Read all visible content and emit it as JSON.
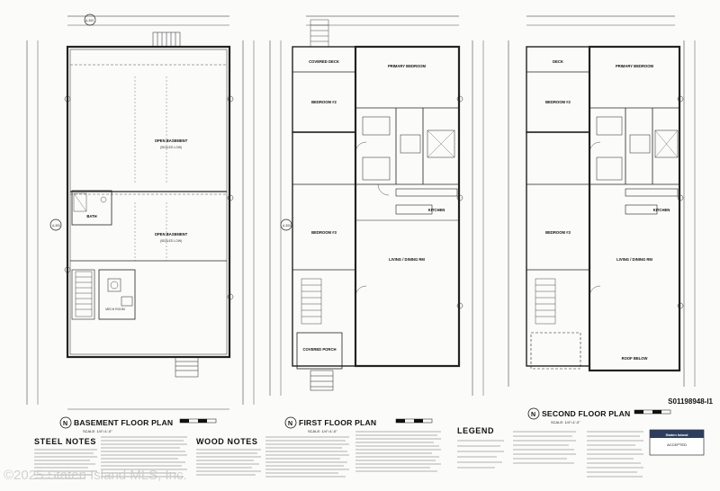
{
  "plans": [
    {
      "title": "BASEMENT FLOOR PLAN",
      "scale": "SCALE: 1/4\"=1'-0\"",
      "rooms": [
        {
          "label": "OPEN BASEMENT",
          "sub": "(SEALED LOW)"
        },
        {
          "label": "OPEN BASEMENT",
          "sub": "(SEALED LOW)"
        },
        {
          "label": "BATH",
          "sub": ""
        },
        {
          "label": "MECH ROOM",
          "sub": ""
        }
      ]
    },
    {
      "title": "FIRST FLOOR PLAN",
      "scale": "SCALE: 1/4\"=1'-0\"",
      "rooms": [
        {
          "label": "COVERED DECK",
          "sub": ""
        },
        {
          "label": "PRIMARY BEDROOM",
          "sub": ""
        },
        {
          "label": "BEDROOM #2",
          "sub": ""
        },
        {
          "label": "BEDROOM #3",
          "sub": ""
        },
        {
          "label": "KITCHEN",
          "sub": ""
        },
        {
          "label": "LIVING / DINING RM",
          "sub": ""
        },
        {
          "label": "COVERED PORCH",
          "sub": ""
        }
      ]
    },
    {
      "title": "SECOND FLOOR PLAN",
      "scale": "SCALE: 1/4\"=1'-0\"",
      "rooms": [
        {
          "label": "DECK",
          "sub": ""
        },
        {
          "label": "PRIMARY BEDROOM",
          "sub": ""
        },
        {
          "label": "BEDROOM #2",
          "sub": ""
        },
        {
          "label": "BEDROOM #3",
          "sub": ""
        },
        {
          "label": "KITCHEN",
          "sub": ""
        },
        {
          "label": "LIVING / DINING RM",
          "sub": ""
        },
        {
          "label": "ROOF BELOW",
          "sub": ""
        }
      ]
    }
  ],
  "notes": {
    "steel": "STEEL NOTES",
    "wood": "WOOD NOTES",
    "legend": "LEGEND"
  },
  "sheet_number": "S01198948-I1",
  "stamp": {
    "line1": "Staten Island",
    "line2": "ACCEPTED"
  },
  "watermark": "©2025 Staten Island MLS, Inc.",
  "section_marks": [
    "A-300",
    "A-300",
    "A-300"
  ]
}
